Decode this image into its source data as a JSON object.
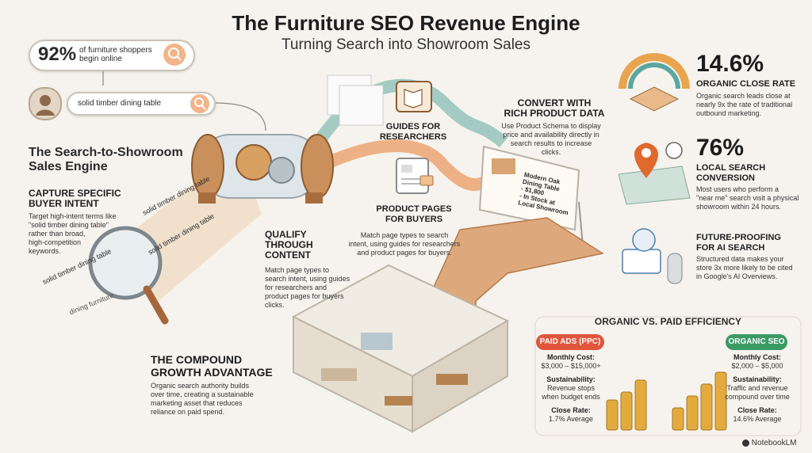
{
  "header": {
    "title": "The Furniture SEO Revenue Engine",
    "subtitle": "Turning Search into Showroom Sales"
  },
  "stat_search": {
    "value": "92%",
    "text_line1": "of furniture shoppers",
    "text_line2": "begin online"
  },
  "search_box": {
    "query": "solid timber dining table"
  },
  "engine": {
    "title_line1": "The Search-to-Showroom",
    "title_line2": "Sales Engine"
  },
  "capture": {
    "title_line1": "CAPTURE SPECIFIC",
    "title_line2": "BUYER INTENT",
    "body": [
      "Target high-intent terms like",
      "\"solid timber dining table\"",
      "rather than broad,",
      "high-competition",
      "keywords."
    ]
  },
  "beam_terms": [
    "solid timber dining table",
    "solid timber dining table",
    "dining furniture",
    "solid timber dining table"
  ],
  "guides": {
    "title_line1": "GUIDES FOR",
    "title_line2": "RESEARCHERS"
  },
  "product_pages": {
    "title_line1": "PRODUCT PAGES",
    "title_line2": "FOR BUYERS",
    "body": [
      "Match page types to search",
      "intent, using guides for researchers",
      "and product pages for buyers."
    ]
  },
  "qualify": {
    "title_line1": "QUALIFY",
    "title_line2": "THROUGH",
    "title_line3": "CONTENT",
    "body": [
      "Match page types to",
      "search intent, using guides",
      "for researchers and",
      "product pages for buyers",
      "clicks."
    ]
  },
  "convert": {
    "title_line1": "CONVERT WITH",
    "title_line2": "RICH PRODUCT DATA",
    "body": [
      "Use Product Schema to display",
      "price and availability directly in",
      "search results to increase",
      "clicks."
    ]
  },
  "screen_card": {
    "lines": [
      "Modern Oak",
      "Dining Table",
      "- $1,800",
      "- In Stock at",
      "Local Showroom"
    ]
  },
  "compound": {
    "title_line1": "THE COMPOUND",
    "title_line2": "GROWTH ADVANTAGE",
    "body": [
      "Organic search authority builds",
      "over time, creating a sustainable",
      "marketing asset that reduces",
      "reliance on paid spend."
    ]
  },
  "right_stats": [
    {
      "value": "14.6%",
      "title": "ORGANIC CLOSE RATE",
      "body": [
        "Organic search leads close at",
        "nearly 9x the rate of traditional",
        "outbound marketing."
      ]
    },
    {
      "value": "76%",
      "title": "LOCAL SEARCH",
      "title2": "CONVERSION",
      "body": [
        "Most users who perform a",
        "\"near me\" search visit a physical",
        "showroom within 24 hours."
      ]
    }
  ],
  "ai": {
    "title_line1": "FUTURE-PROOFING",
    "title_line2": "FOR AI SEARCH",
    "body": [
      "Structured data makes your",
      "store 3x more likely to be cited",
      "in Google's AI Overviews."
    ]
  },
  "efficiency": {
    "title": "ORGANIC VS. PAID EFFICIENCY",
    "paid": {
      "tag": "PAID ADS (PPC)",
      "cost_label": "Monthly Cost:",
      "cost": "$3,000 – $15,000+",
      "sus_label": "Sustainability:",
      "sus": [
        "Revenue stops",
        "when budget ends"
      ],
      "close_label": "Close Rate:",
      "close": "1.7% Average"
    },
    "organic": {
      "tag": "ORGANIC SEO",
      "cost_label": "Monthly Cost:",
      "cost": "$2,000 – $5,000",
      "sus_label": "Sustainability:",
      "sus": [
        "Traffic and revenue",
        "compound over time"
      ],
      "close_label": "Close Rate:",
      "close": "14.6% Average"
    }
  },
  "watermark": "NotebookLM",
  "colors": {
    "orange": "#e07a3a",
    "teal": "#5aa6a0",
    "paid_tag": "#e0553b",
    "organic_tag": "#3a9a64",
    "wood": "#c98d58",
    "gold": "#e0a93a"
  }
}
